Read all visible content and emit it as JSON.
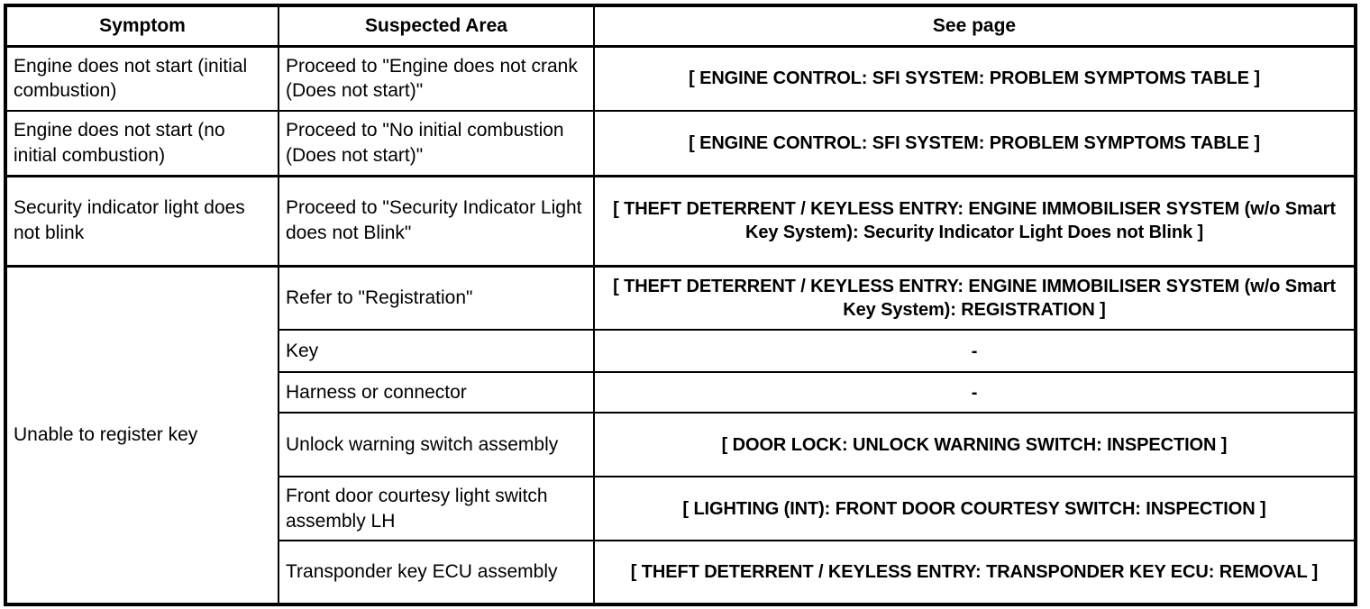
{
  "table": {
    "headers": {
      "symptom": "Symptom",
      "suspected_area": "Suspected Area",
      "see_page": "See page"
    },
    "rows": [
      {
        "symptom": "Engine does not start (initial combustion)",
        "suspected_area": "Proceed to \"Engine does not crank (Does not start)\"",
        "see_page": "[ ENGINE CONTROL: SFI SYSTEM: PROBLEM SYMPTOMS TABLE ]"
      },
      {
        "symptom": "Engine does not start (no initial combustion)",
        "suspected_area": "Proceed to \"No initial combustion (Does not start)\"",
        "see_page": "[ ENGINE CONTROL: SFI SYSTEM: PROBLEM SYMPTOMS TABLE ]"
      },
      {
        "symptom": "Security indicator light does not blink",
        "suspected_area": "Proceed to \"Security Indicator Light does not Blink\"",
        "see_page": "[ THEFT DETERRENT / KEYLESS ENTRY: ENGINE IMMOBILISER SYSTEM (w/o Smart Key System): Security Indicator Light Does not Blink ]"
      },
      {
        "symptom": "Unable to register key",
        "suspected_area": "Refer to \"Registration\"",
        "see_page": "[ THEFT DETERRENT / KEYLESS ENTRY: ENGINE IMMOBILISER SYSTEM (w/o Smart Key System): REGISTRATION ]"
      },
      {
        "symptom": "",
        "suspected_area": "Key",
        "see_page": "-"
      },
      {
        "symptom": "",
        "suspected_area": "Harness or connector",
        "see_page": "-"
      },
      {
        "symptom": "",
        "suspected_area": "Unlock warning switch assembly",
        "see_page": "[ DOOR LOCK: UNLOCK WARNING SWITCH: INSPECTION ]"
      },
      {
        "symptom": "",
        "suspected_area": "Front door courtesy light switch assembly LH",
        "see_page": "[ LIGHTING (INT): FRONT DOOR COURTESY SWITCH: INSPECTION ]"
      },
      {
        "symptom": "",
        "suspected_area": "Transponder key ECU assembly",
        "see_page": "[ THEFT DETERRENT / KEYLESS ENTRY: TRANSPONDER KEY ECU: REMOVAL ]"
      }
    ]
  }
}
